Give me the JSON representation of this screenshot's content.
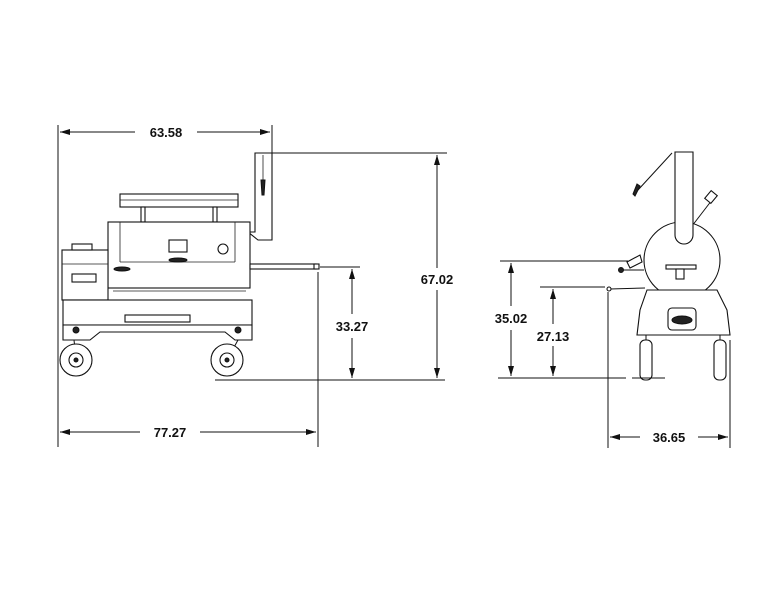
{
  "drawing": {
    "side_view": {
      "overall_length_top": "63.58",
      "overall_height": "67.02",
      "shelf_height": "33.27",
      "overall_length_bottom": "77.27"
    },
    "end_view": {
      "shelf_height_upper": "35.02",
      "shelf_height_lower": "27.13",
      "overall_width": "36.65"
    }
  }
}
